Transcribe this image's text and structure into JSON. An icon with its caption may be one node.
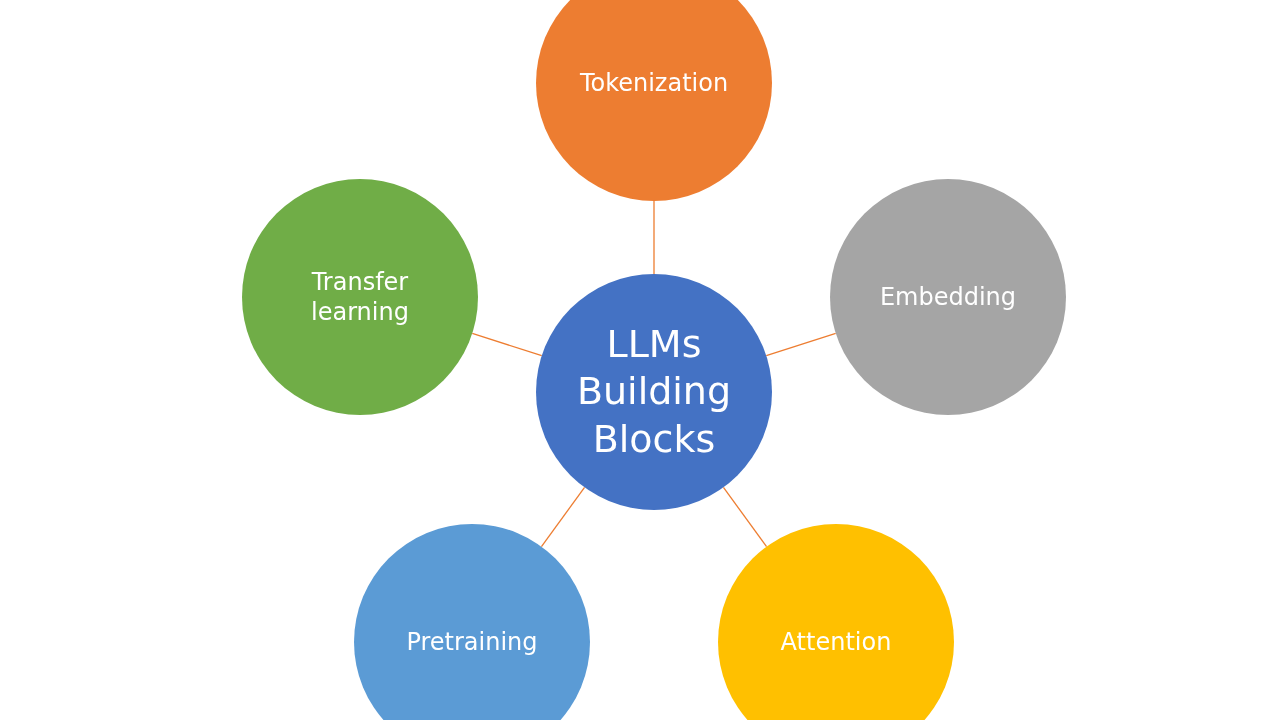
{
  "diagram": {
    "nodes": [
      {
        "text": [
          "LLMs Building Blocks"
        ]
      },
      {
        "text": [
          "Tokenization"
        ]
      },
      {
        "text": [
          "Embedding"
        ]
      },
      {
        "text": [
          "Attention"
        ]
      },
      {
        "text": [
          "Pretraining"
        ]
      },
      {
        "text": [
          "Transfer learning"
        ]
      }
    ],
    "edges": [
      {
        "from": 0,
        "to": 1,
        "arrow": "none"
      },
      {
        "from": 0,
        "to": 2,
        "arrow": "none"
      },
      {
        "from": 0,
        "to": 3,
        "arrow": "none"
      },
      {
        "from": 0,
        "to": 4,
        "arrow": "none"
      },
      {
        "from": 0,
        "to": 5,
        "arrow": "none"
      }
    ]
  }
}
